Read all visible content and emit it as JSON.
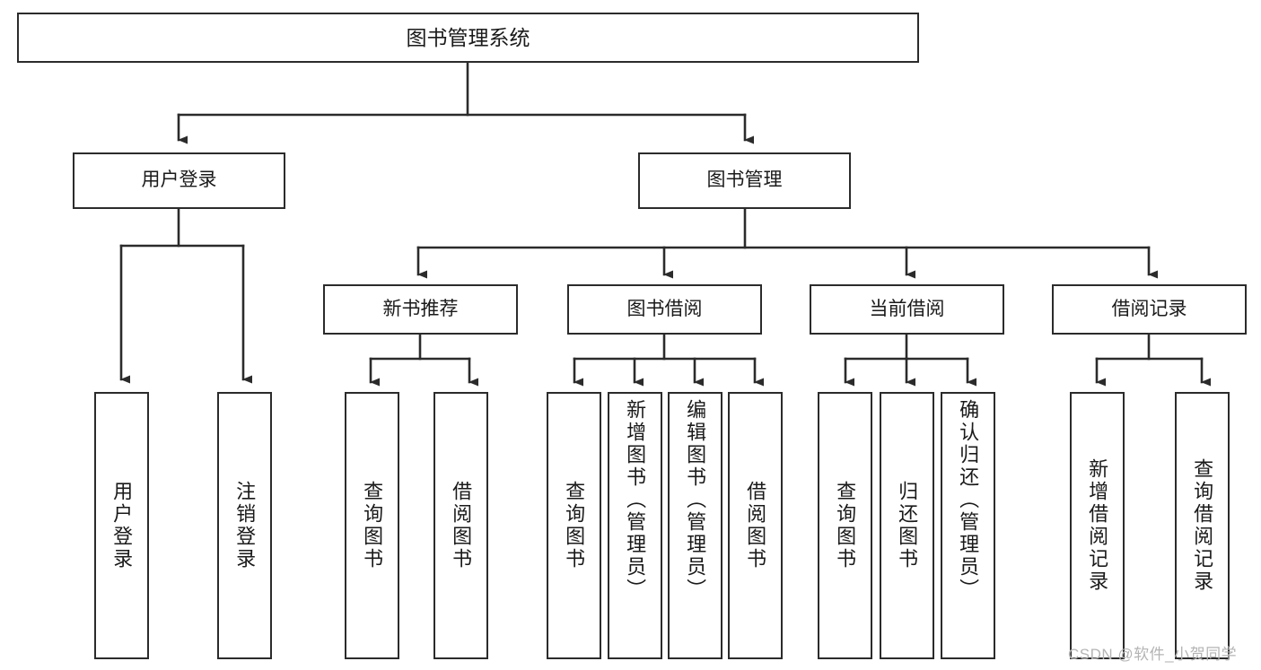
{
  "diagram": {
    "title": "图书管理系统",
    "type": "tree-hierarchy",
    "colors": {
      "box_border": "#2b2b2b",
      "box_fill": "#ffffff",
      "edge": "#2b2b2b",
      "text": "#1a1a1a",
      "watermark": "#b4b4b4"
    },
    "root": {
      "id": "root",
      "label": "图书管理系统"
    },
    "level1": [
      {
        "id": "user-login",
        "label": "用户登录"
      },
      {
        "id": "book-management",
        "label": "图书管理"
      }
    ],
    "level2": [
      {
        "id": "new-book-recommend",
        "label": "新书推荐",
        "parent": "book-management"
      },
      {
        "id": "book-borrow",
        "label": "图书借阅",
        "parent": "book-management"
      },
      {
        "id": "current-borrow",
        "label": "当前借阅",
        "parent": "book-management"
      },
      {
        "id": "borrow-record",
        "label": "借阅记录",
        "parent": "book-management"
      }
    ],
    "leaves": [
      {
        "id": "leaf-user-login",
        "label": "用户登录",
        "parent": "user-login"
      },
      {
        "id": "leaf-logout",
        "label": "注销登录",
        "parent": "user-login"
      },
      {
        "id": "leaf-query-book-1",
        "label": "查询图书",
        "parent": "new-book-recommend"
      },
      {
        "id": "leaf-borrow-book-1",
        "label": "借阅图书",
        "parent": "new-book-recommend"
      },
      {
        "id": "leaf-query-book-2",
        "label": "查询图书",
        "parent": "book-borrow"
      },
      {
        "id": "leaf-add-book",
        "label": "新增图书（管理员）",
        "parent": "book-borrow"
      },
      {
        "id": "leaf-edit-book",
        "label": "编辑图书（管理员）",
        "parent": "book-borrow"
      },
      {
        "id": "leaf-borrow-book-2",
        "label": "借阅图书",
        "parent": "book-borrow"
      },
      {
        "id": "leaf-query-book-3",
        "label": "查询图书",
        "parent": "current-borrow"
      },
      {
        "id": "leaf-return-book",
        "label": "归还图书",
        "parent": "current-borrow"
      },
      {
        "id": "leaf-confirm-return",
        "label": "确认归还（管理员）",
        "parent": "current-borrow"
      },
      {
        "id": "leaf-add-record",
        "label": "新增借阅记录",
        "parent": "borrow-record"
      },
      {
        "id": "leaf-query-record",
        "label": "查询借阅记录",
        "parent": "borrow-record"
      }
    ],
    "watermark": "CSDN @软件_小贺同学"
  }
}
